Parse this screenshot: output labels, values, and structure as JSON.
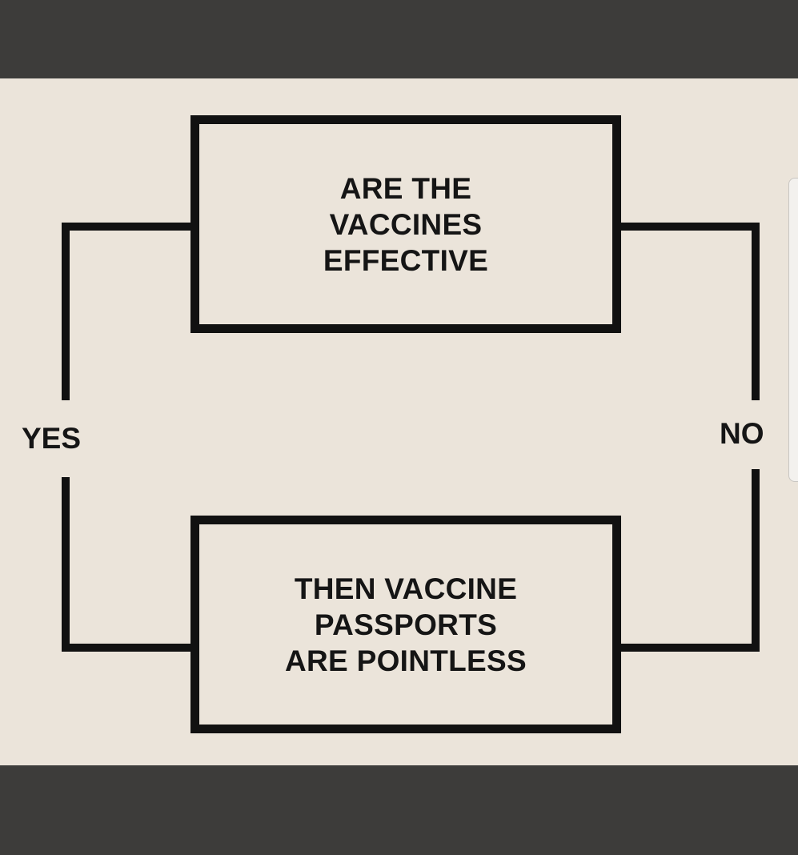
{
  "diagram": {
    "top_box": {
      "text": "ARE THE\nVACCINES\nEFFECTIVE"
    },
    "bottom_box": {
      "text": "THEN VACCINE\nPASSPORTS\nARE POINTLESS"
    },
    "left_label": "YES",
    "right_label": "NO"
  },
  "colors": {
    "background": "#ebe4da",
    "frame": "#3d3c3a",
    "ink": "#111111"
  }
}
